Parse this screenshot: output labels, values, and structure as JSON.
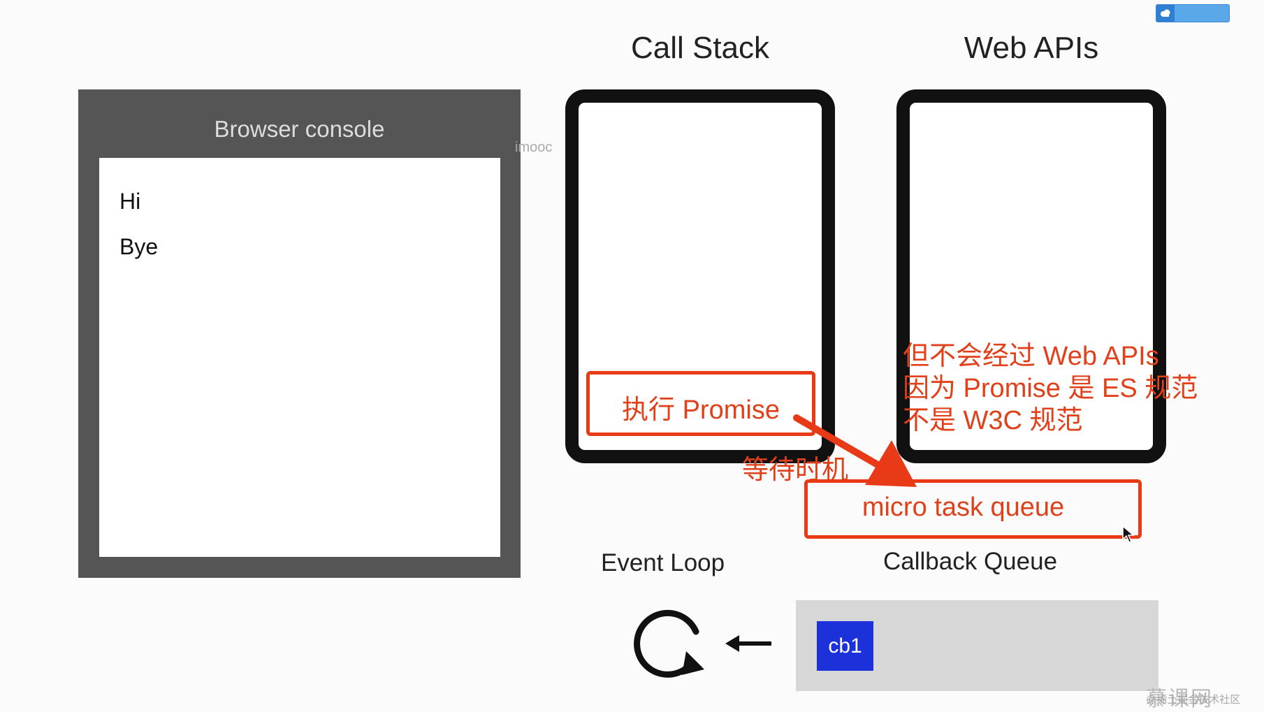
{
  "badge": {
    "icon": "cloud-icon",
    "label": ""
  },
  "console": {
    "title": "Browser console",
    "lines": [
      "Hi",
      "Bye"
    ]
  },
  "watermark": {
    "mooc": "imooc"
  },
  "headings": {
    "call_stack": "Call Stack",
    "web_apis": "Web APIs",
    "event_loop": "Event Loop",
    "callback_queue": "Callback Queue"
  },
  "annotations": {
    "promise": "执行 Promise",
    "wait": "等待时机",
    "note": [
      "但不会经过 Web APIs",
      "因为 Promise 是 ES 规范",
      "不是 W3C 规范"
    ],
    "micro_task_queue": "micro task queue"
  },
  "queue": {
    "items": [
      "cb1"
    ]
  },
  "site_mark": {
    "big": "慕课网",
    "small": "@稀土掘金技术社区"
  },
  "colors": {
    "annotation_red": "#e83a16",
    "console_frame": "#555555",
    "queue_item": "#1c31d9",
    "queue_bg": "#d7d7d7"
  }
}
